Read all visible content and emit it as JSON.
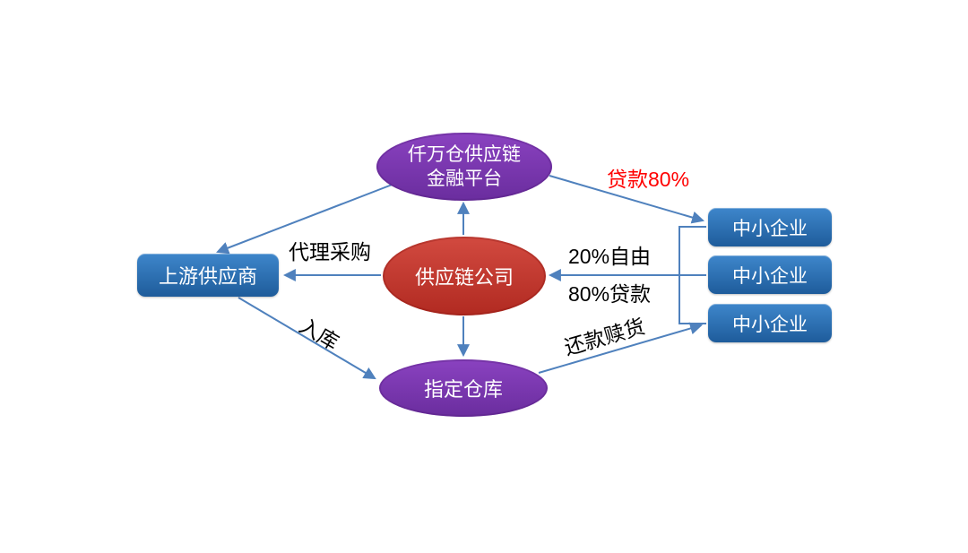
{
  "diagram": {
    "nodes": {
      "platform": {
        "line1": "仟万仓供应链",
        "line2": "金融平台"
      },
      "company": {
        "label": "供应链公司"
      },
      "warehouse": {
        "label": "指定仓库"
      },
      "supplier": {
        "label": "上游供应商"
      },
      "sme": [
        {
          "label": "中小企业"
        },
        {
          "label": "中小企业"
        },
        {
          "label": "中小企业"
        }
      ]
    },
    "edge_labels": {
      "proxy_purchase": "代理采购",
      "loan_80": "贷款80%",
      "free_20": "20%自由",
      "loan_80_repay": "80%贷款",
      "inbound": "入库",
      "repay_redeem": "还款赎货"
    },
    "colors": {
      "background": "#ffffff",
      "box_blue_top": "#3e86cb",
      "box_blue_bottom": "#1e5c9b",
      "purple_top": "#8a42c0",
      "purple_bottom": "#6a2d9e",
      "red_top": "#d24a40",
      "red_bottom": "#b12a21",
      "arrow": "#4f81bd",
      "label_red": "#ff0000",
      "label_black": "#000000",
      "node_text": "#ffffff"
    }
  }
}
